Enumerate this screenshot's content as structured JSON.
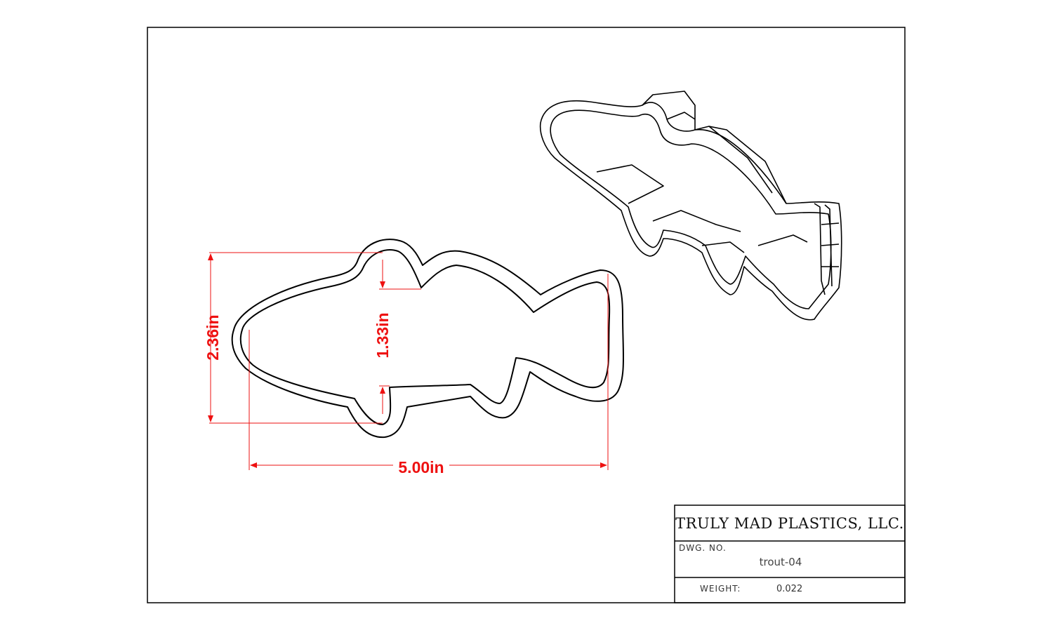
{
  "title_block": {
    "company": "TRULY MAD PLASTICS, LLC.",
    "dwg_no_label": "DWG. NO.",
    "dwg_no_value": "trout-04",
    "weight_label": "WEIGHT:",
    "weight_value": "0.022"
  },
  "dimensions": {
    "height": "2.36in",
    "width": "5.00in",
    "inner_height": "1.33in"
  },
  "colors": {
    "dimension": "#ee1111",
    "line": "#000000",
    "background": "#ffffff"
  }
}
